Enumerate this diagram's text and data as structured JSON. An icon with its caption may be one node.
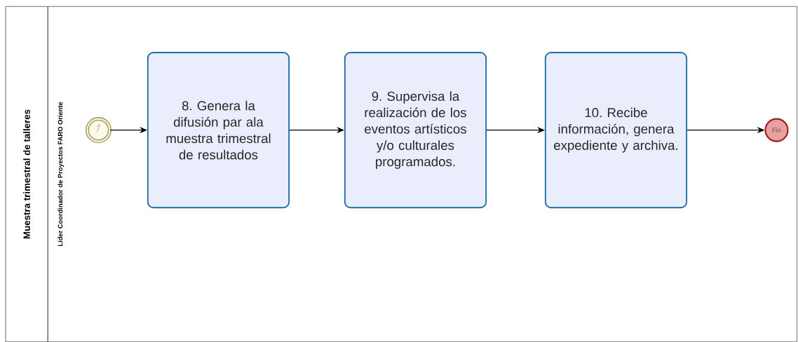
{
  "diagram": {
    "nodes": [
      {
        "text": [
          "Muestra trimestral de talleres"
        ]
      },
      {
        "text": [
          "Líder Coordinador de Proyectos FARO Oriente"
        ]
      },
      {
        "text": [],
        "shape": "circle",
        "in": 1
      },
      {
        "text": [
          "8. Genera la difusión par ala muestra trimestral de resultados"
        ],
        "in": 1
      },
      {
        "text": [
          "9. Supervisa la realización de los eventos artísticos y/o culturales programados."
        ],
        "in": 1
      },
      {
        "text": [
          "10. Recibe información, genera expediente y archiva."
        ],
        "in": 1
      },
      {
        "text": [
          "Fin"
        ],
        "in": 1
      }
    ],
    "edges": [
      {
        "from": 2,
        "to": 3,
        "arrow": "to"
      },
      {
        "from": 3,
        "to": 4,
        "arrow": "to"
      },
      {
        "from": 4,
        "to": 5,
        "arrow": "to"
      },
      {
        "from": 5,
        "to": 6,
        "arrow": "to"
      }
    ]
  }
}
